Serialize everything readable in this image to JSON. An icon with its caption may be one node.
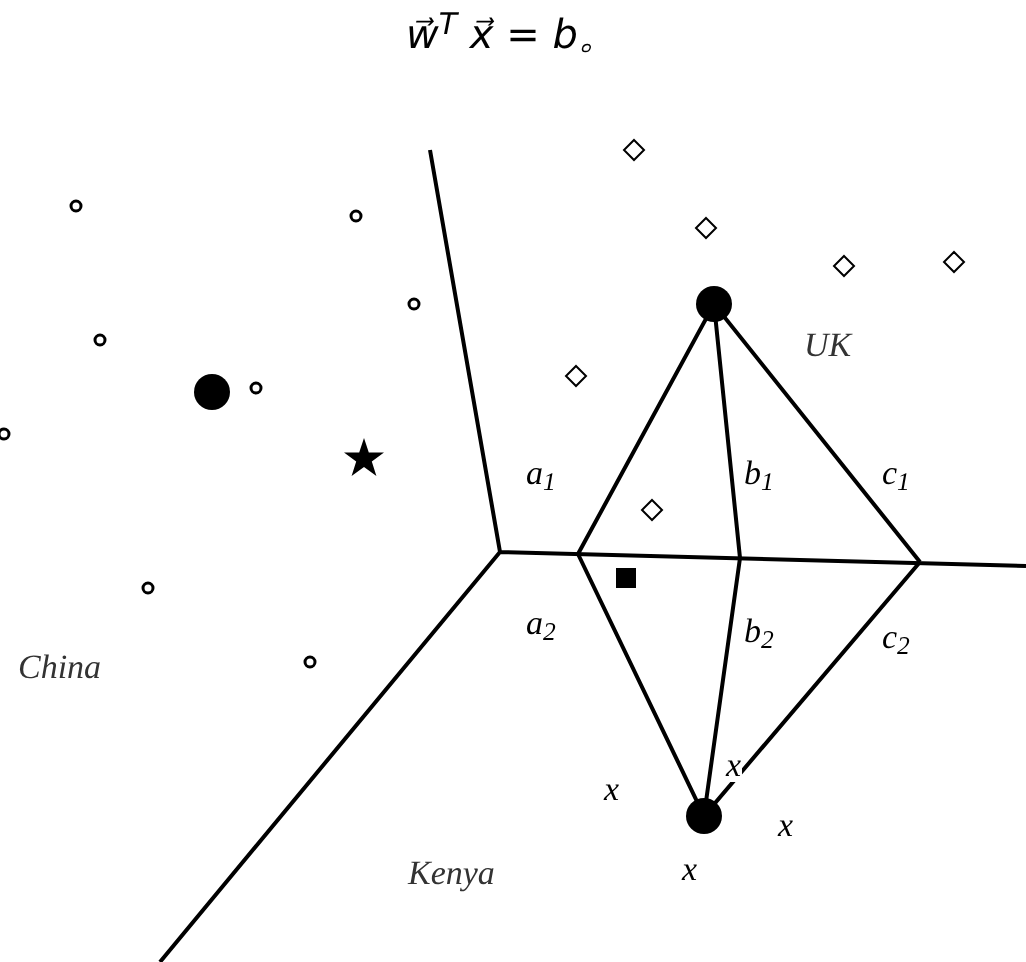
{
  "diagram": {
    "title": "w⃗$^{T}$ x⃗ = b。",
    "labels": [
      "UK",
      "a$_{1}$",
      "b$_{1}$",
      "c$_{1}$",
      "a$_{2}$",
      "b$_{2}$",
      "c$_{2}$",
      "China",
      "x",
      "x",
      "x",
      "x",
      "Kenya"
    ]
  }
}
